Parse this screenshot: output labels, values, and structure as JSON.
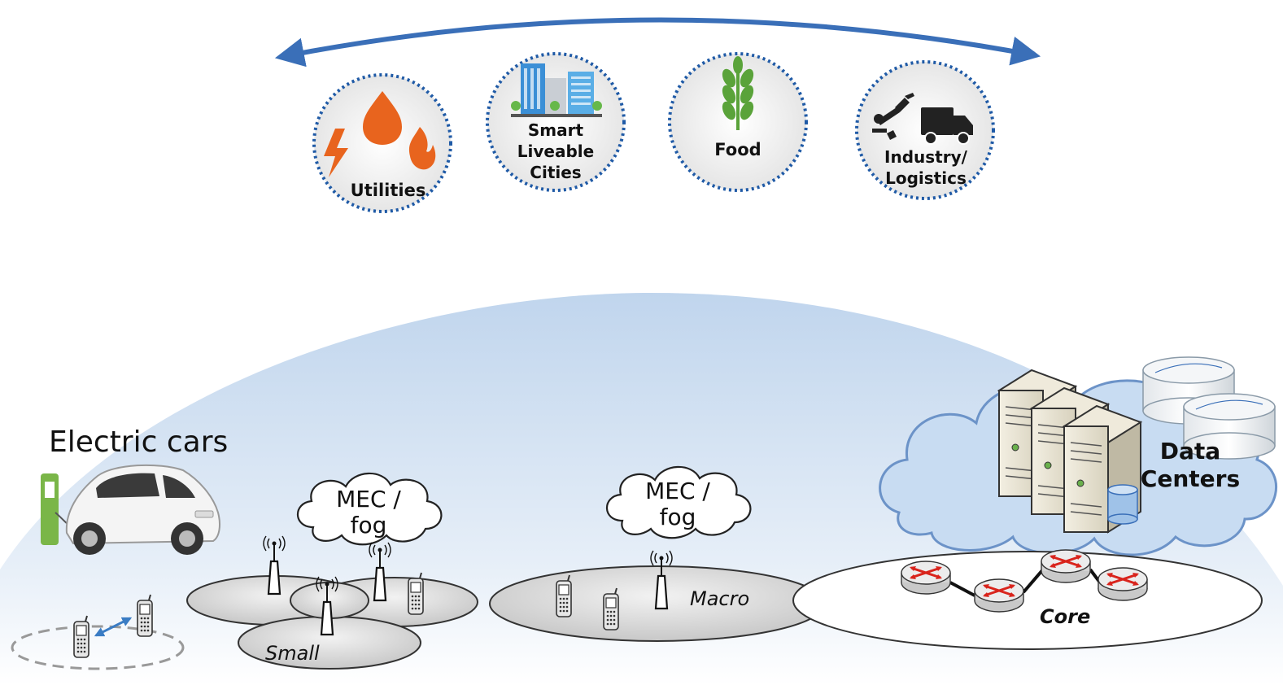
{
  "sectors": [
    {
      "label": "Utilities",
      "icon": "utilities-icon"
    },
    {
      "label": "Smart\nLiveable\nCities",
      "icon": "city-buildings-icon"
    },
    {
      "label": "Food",
      "icon": "wheat-icon"
    },
    {
      "label": "Industry/\nLogistics",
      "icon": "robot-arm-truck-icon"
    }
  ],
  "network": {
    "electric_cars": "Electric cars",
    "mec_small": "MEC /\nfog",
    "mec_macro": "MEC /\nfog",
    "small_cell": "Small",
    "macro_cell": "Macro",
    "core": "Core",
    "data_centers": "Data\nCenters"
  },
  "colors": {
    "arc_arrow": "#3a6fb8",
    "dotted_border": "#1f5aa6",
    "dome_top": "#c2d6ee",
    "cloud_blue": "#c8dcf2",
    "router_red": "#d9241c",
    "charger_green": "#7ab648",
    "droplet_orange": "#e8641e"
  }
}
